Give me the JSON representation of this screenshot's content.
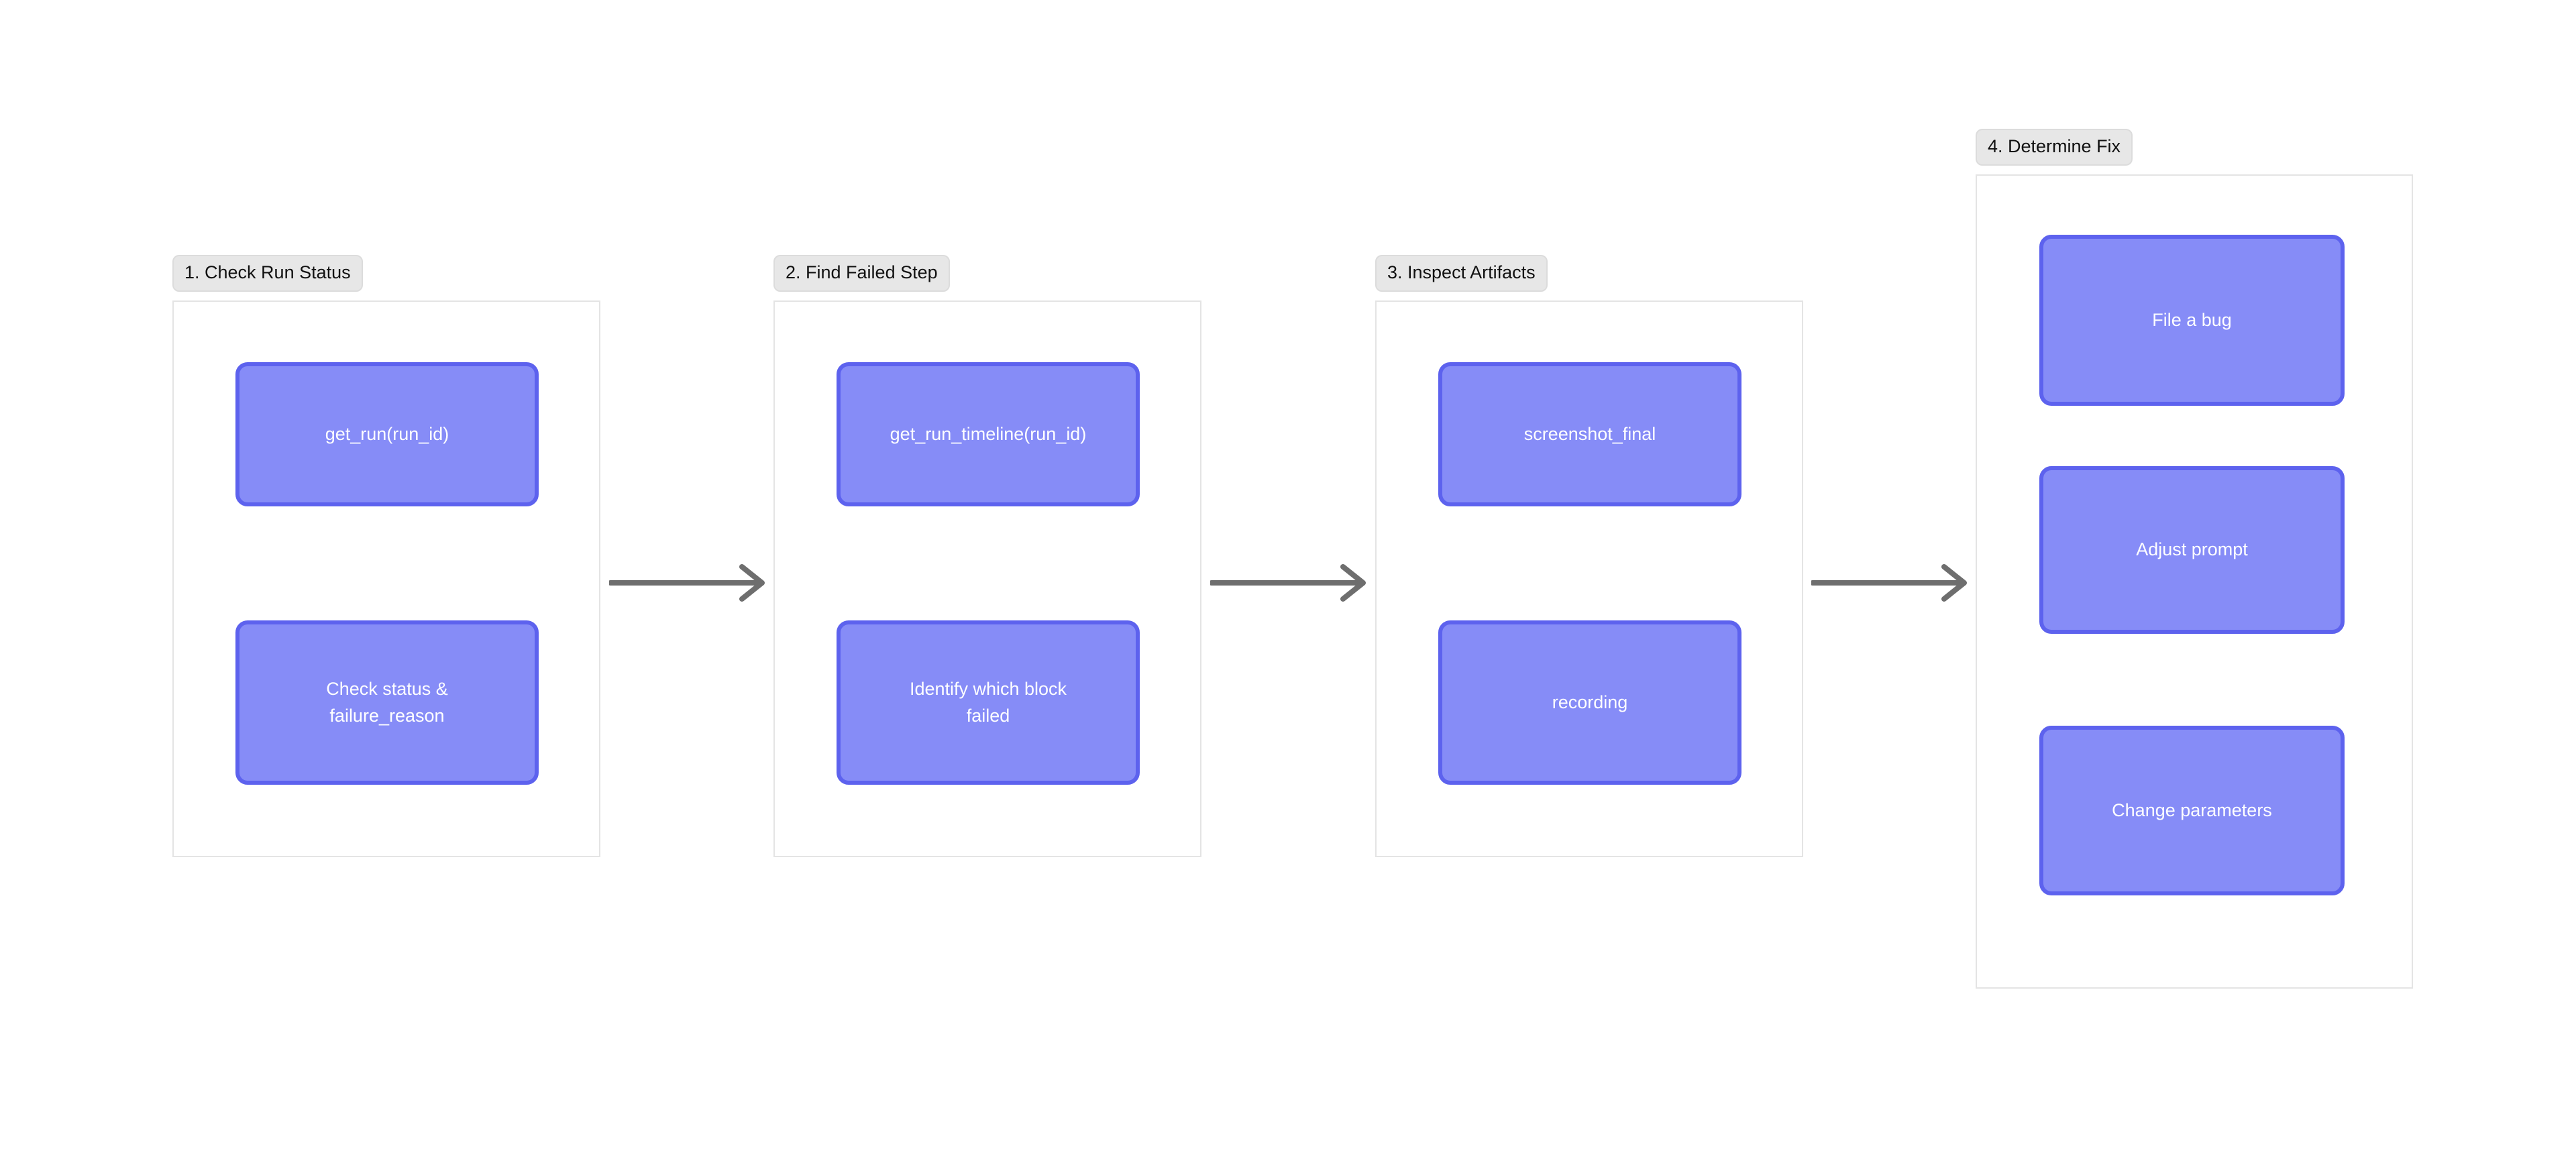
{
  "diagram": {
    "type": "flowchart",
    "orientation": "left-to-right",
    "title_visible": false,
    "background_color": "#ffffff",
    "node_fill_color": "#868cf7",
    "node_border_color": "#5d62ee",
    "node_text_color": "#ffffff",
    "panel_border_color": "#e4e4e4",
    "label_pill_color": "#e7e7e7",
    "arrow_color": "#6e6e6e",
    "groups": [
      {
        "id": "stage-1",
        "label": "1. Check Run Status",
        "nodes": [
          {
            "id": "node-get-run",
            "label": "get_run(run_id)"
          },
          {
            "id": "node-check-status",
            "label": "Check status &\nfailure_reason"
          }
        ]
      },
      {
        "id": "stage-2",
        "label": "2. Find Failed Step",
        "nodes": [
          {
            "id": "node-get-run-timeline",
            "label": "get_run_timeline(run_id)"
          },
          {
            "id": "node-identify-block",
            "label": "Identify which block\nfailed"
          }
        ]
      },
      {
        "id": "stage-3",
        "label": "3. Inspect Artifacts",
        "nodes": [
          {
            "id": "node-screenshot-final",
            "label": "screenshot_final"
          },
          {
            "id": "node-recording",
            "label": "recording"
          }
        ]
      },
      {
        "id": "stage-4",
        "label": "4. Determine Fix",
        "nodes": [
          {
            "id": "node-file-a-bug",
            "label": "File a bug"
          },
          {
            "id": "node-adjust-prompt",
            "label": "Adjust prompt"
          },
          {
            "id": "node-change-parameters",
            "label": "Change parameters"
          }
        ]
      }
    ],
    "connectors": [
      {
        "id": "arrow-1-to-2",
        "from": "stage-1",
        "to": "stage-2",
        "style": "solid-arrow"
      },
      {
        "id": "arrow-2-to-3",
        "from": "stage-2",
        "to": "stage-3",
        "style": "solid-arrow"
      },
      {
        "id": "arrow-3-to-4",
        "from": "stage-3",
        "to": "stage-4",
        "style": "solid-arrow"
      }
    ]
  }
}
